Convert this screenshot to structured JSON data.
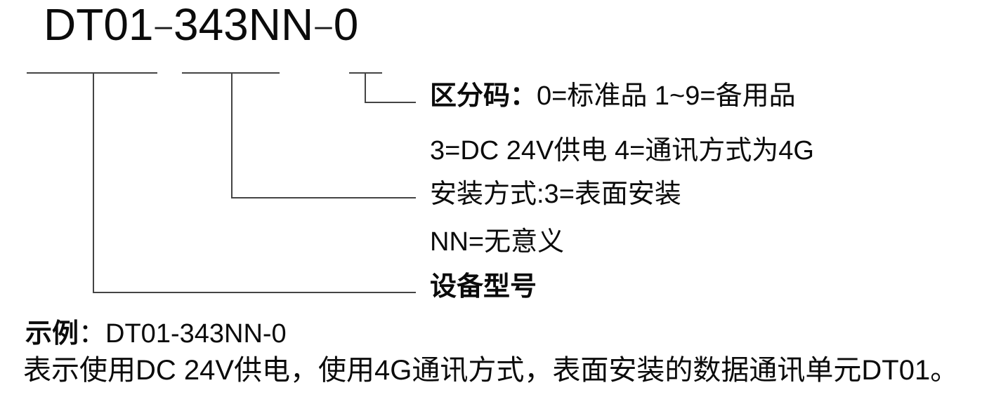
{
  "model_code": {
    "part1": "DT01",
    "sep1": "–",
    "part2": "343NN",
    "sep2": "–",
    "part3": "0"
  },
  "legend": {
    "lines": [
      {
        "label": "区分码",
        "colon": "：",
        "text": "0=标准品 1~9=备用品",
        "bold_label": true
      },
      {
        "label": "",
        "colon": "",
        "text": "3=DC 24V供电 4=通讯方式为4G",
        "bold_label": false
      },
      {
        "label": "",
        "colon": "",
        "text": "安装方式:3=表面安装",
        "bold_label": false
      },
      {
        "label": "",
        "colon": "",
        "text": "NN=无意义",
        "bold_label": false
      },
      {
        "label": "",
        "colon": "",
        "text": "设备型号",
        "bold_label": true
      }
    ]
  },
  "example": {
    "label": "示例",
    "colon": "：",
    "value": "DT01-343NN-0",
    "description": "表示使用DC 24V供电，使用4G通讯方式，表面安装的数据通讯单元DT01。"
  },
  "colors": {
    "text": "#0b0b0b",
    "leader_line": "#444444",
    "background": "#ffffff"
  }
}
